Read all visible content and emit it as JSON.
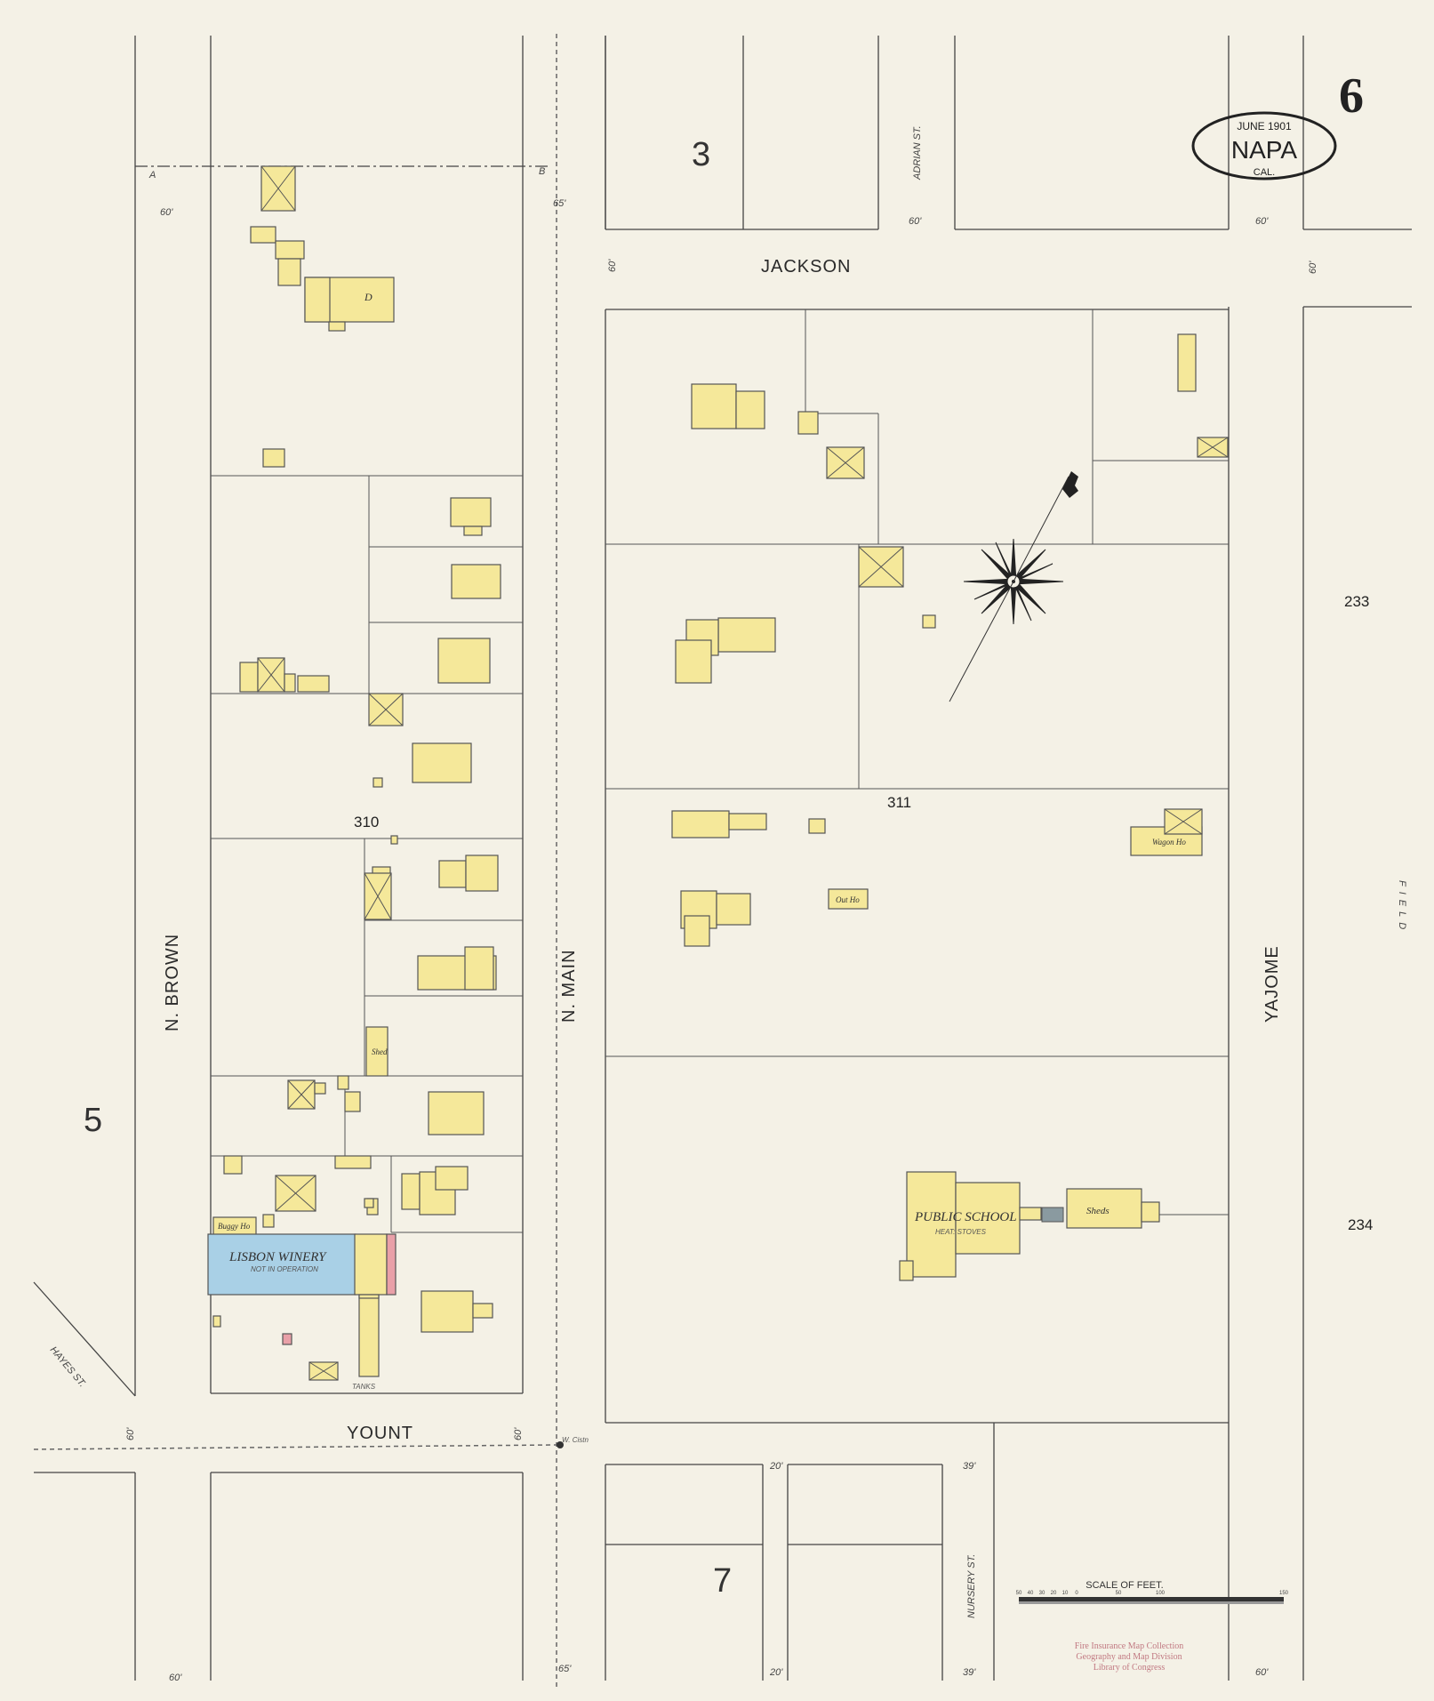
{
  "header": {
    "date": "JUNE 1901",
    "city": "NAPA",
    "state": "CAL.",
    "sheet_number": "6"
  },
  "streets": {
    "brown": "N. BROWN",
    "main": "N. MAIN",
    "jackson": "JACKSON",
    "yount": "YOUNT",
    "yajome": "YAJOME",
    "adrian": "ADRIAN ST.",
    "nursery": "NURSERY ST.",
    "hayes": "HAYES ST.",
    "field": "FIELD"
  },
  "adjacent_sheets": {
    "north": "3",
    "west": "5",
    "south": "7"
  },
  "blocks": {
    "west": "310",
    "east": "311",
    "far_east_1": "233",
    "far_east_2": "234"
  },
  "street_widths": {
    "brown_n": "60'",
    "main_n": "65'",
    "adrian": "60'",
    "yajome_n": "60'",
    "jackson_w": "60'",
    "jackson_e": "60'",
    "yount_w": "60'",
    "yount_e": "60'",
    "bottom_w": "60'",
    "bottom_main": "65'",
    "bottom_nursery": "20'",
    "bottom_39": "39'",
    "bottom_e": "60'",
    "nursery_20": "20'",
    "nursery_39": "39'"
  },
  "buildings": {
    "lisbon_winery": "LISBON WINERY",
    "lisbon_sub": "NOT IN OPERATION",
    "buggy_ho": "Buggy Ho",
    "public_school": "PUBLIC SCHOOL",
    "public_school_sub": "HEAT: STOVES",
    "sheds": "Sheds",
    "wagon_ho": "Wagon Ho",
    "out_ho": "Out Ho",
    "shed": "Shed",
    "dwelling": "D",
    "fire_cistern": "W. Cistn",
    "tanks": "TANKS"
  },
  "annotations": {
    "section_a": "A",
    "section_b": "B",
    "scale": "SCALE OF FEET.",
    "scale_ticks": [
      "50",
      "40",
      "30",
      "20",
      "10",
      "0",
      "50",
      "100",
      "150"
    ]
  },
  "stamp": {
    "line1": "Fire Insurance Map Collection",
    "line2": "Geography and Map Division",
    "line3": "Library of Congress"
  },
  "colors": {
    "paper": "#f4f1e6",
    "frame": "#f5e89a",
    "brick": "#e9a0a8",
    "stone": "#a9d0e6"
  }
}
